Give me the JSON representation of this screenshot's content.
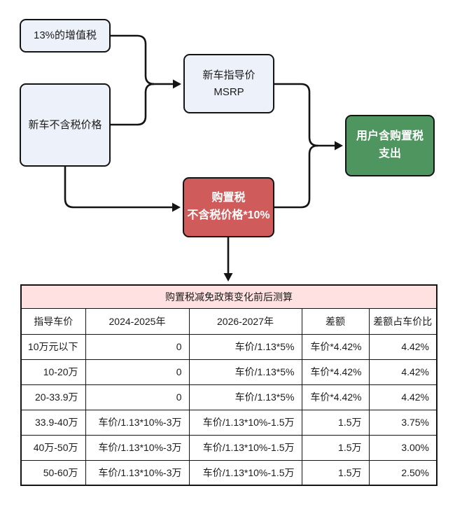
{
  "colors": {
    "line": "#141414",
    "node_light_fill": "#edf1fa",
    "node_border": "#141414",
    "node_red_fill": "#d05b5b",
    "node_green_fill": "#4f9560",
    "table_title_bg": "#ffe1e1",
    "text_dark": "#1c1c1c",
    "text_light": "#ffffff",
    "background": "#ffffff"
  },
  "flowchart": {
    "nodes": {
      "vat": {
        "label": "13%的增值税"
      },
      "pretax_price": {
        "label": "新车不含税价格"
      },
      "msrp": {
        "lines": [
          "新车指导价",
          "MSRP"
        ]
      },
      "purchase_tax": {
        "lines": [
          "购置税",
          "不含税价格*10%"
        ]
      },
      "user_outlay": {
        "lines": [
          "用户含购置税",
          "支出"
        ]
      }
    }
  },
  "table": {
    "title": "购置税减免政策变化前后测算",
    "headers": [
      "指导车价",
      "2024-2025年",
      "2026-2027年",
      "差额",
      "差额占车价比"
    ],
    "rows": [
      [
        "10万元以下",
        "0",
        "车价/1.13*5%",
        "车价*4.42%",
        "4.42%"
      ],
      [
        "10-20万",
        "0",
        "车价/1.13*5%",
        "车价*4.42%",
        "4.42%"
      ],
      [
        "20-33.9万",
        "0",
        "车价/1.13*5%",
        "车价*4.42%",
        "4.42%"
      ],
      [
        "33.9-40万",
        "车价/1.13*10%-3万",
        "车价/1.13*10%-1.5万",
        "1.5万",
        "3.75%"
      ],
      [
        "40万-50万",
        "车价/1.13*10%-3万",
        "车价/1.13*10%-1.5万",
        "1.5万",
        "3.00%"
      ],
      [
        "50-60万",
        "车价/1.13*10%-3万",
        "车价/1.13*10%-1.5万",
        "1.5万",
        "2.50%"
      ]
    ]
  }
}
